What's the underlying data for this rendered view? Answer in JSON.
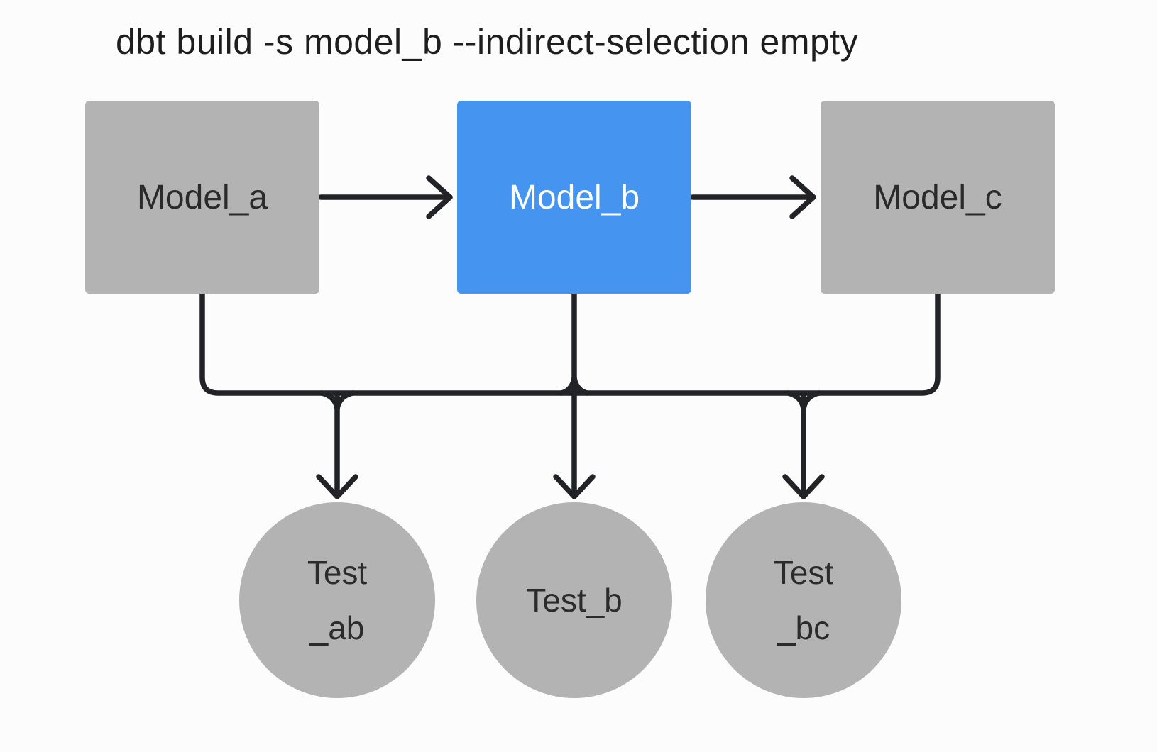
{
  "title": "dbt build -s model_b --indirect-selection empty",
  "colors": {
    "background": "#fcfcfc",
    "node_default_fill": "#b3b3b3",
    "node_selected_fill": "#4594f0",
    "edge_stroke": "#222326",
    "node_text_dark": "#2a2a2a",
    "node_text_light": "#ffffff",
    "title_text": "#1e1e1e"
  },
  "models": [
    {
      "id": "model_a",
      "label": "Model_a",
      "selected": false
    },
    {
      "id": "model_b",
      "label": "Model_b",
      "selected": true
    },
    {
      "id": "model_c",
      "label": "Model_c",
      "selected": false
    }
  ],
  "tests": [
    {
      "id": "test_ab",
      "label": "Test_ab",
      "lines": [
        "Test",
        "_ab"
      ]
    },
    {
      "id": "test_b",
      "label": "Test_b",
      "lines": [
        "Test_b"
      ]
    },
    {
      "id": "test_bc",
      "label": "Test_bc",
      "lines": [
        "Test",
        "_bc"
      ]
    }
  ],
  "edges": [
    {
      "from": "model_a",
      "to": "model_b",
      "style": "arrow"
    },
    {
      "from": "model_b",
      "to": "model_c",
      "style": "arrow"
    },
    {
      "from": "model_a",
      "to": "tests-rail",
      "style": "elbow"
    },
    {
      "from": "model_c",
      "to": "tests-rail",
      "style": "elbow"
    },
    {
      "from": "model_b",
      "to": "test_b",
      "style": "arrow-through-rail"
    },
    {
      "from": "tests-rail",
      "to": "test_ab",
      "style": "arrow"
    },
    {
      "from": "tests-rail",
      "to": "test_bc",
      "style": "arrow"
    }
  ]
}
